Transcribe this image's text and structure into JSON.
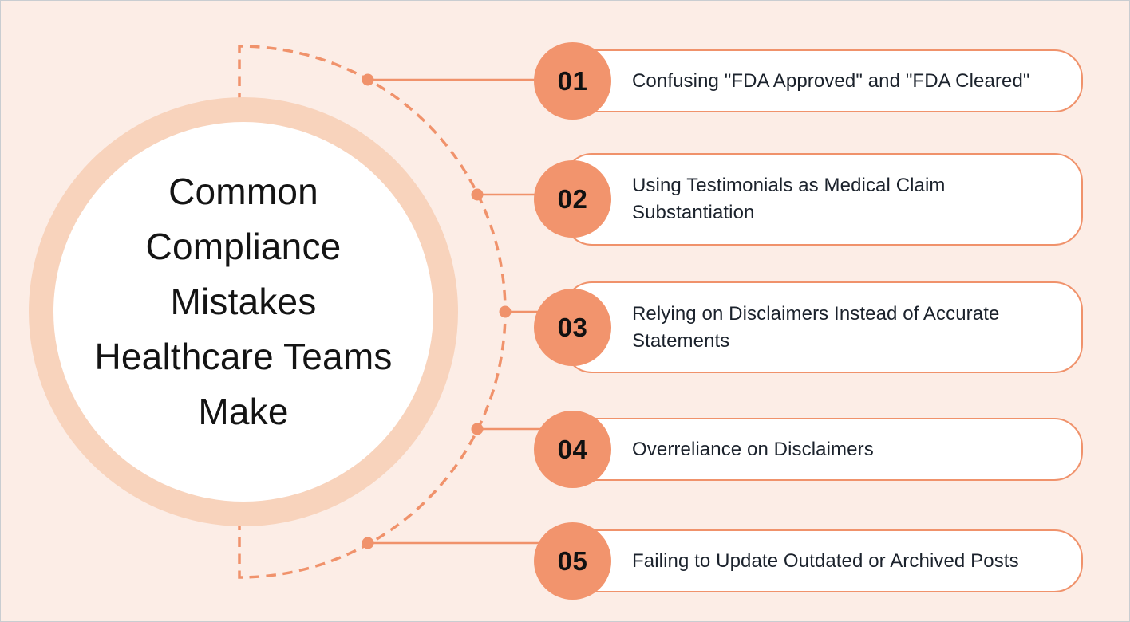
{
  "infographic": {
    "title": "Common Compliance Mistakes Healthcare Teams Make",
    "items": [
      {
        "number": "01",
        "text": "Confusing \"FDA Approved\" and \"FDA Cleared\""
      },
      {
        "number": "02",
        "text": "Using Testimonials as Medical Claim Substantiation"
      },
      {
        "number": "03",
        "text": "Relying on Disclaimers Instead of Accurate Statements"
      },
      {
        "number": "04",
        "text": "Overreliance on Disclaimers"
      },
      {
        "number": "05",
        "text": "Failing to Update Outdated or Archived Posts"
      }
    ],
    "colors": {
      "background": "#FCEDE6",
      "ring": "#F8D3BC",
      "accent": "#F0926B",
      "number_circle_fill": "#F2946D",
      "title_text": "#141414",
      "item_text": "#1B222C"
    }
  }
}
